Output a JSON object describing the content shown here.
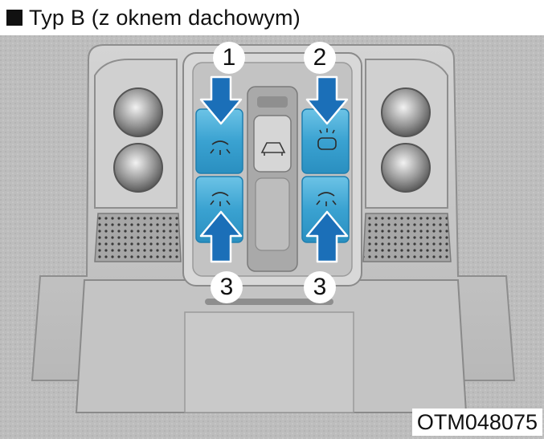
{
  "caption": {
    "text": "Typ B (z oknem dachowym)"
  },
  "callouts": {
    "one": "1",
    "two": "2",
    "three_left": "3",
    "three_right": "3"
  },
  "figure_code": "OTM048075",
  "colors": {
    "headliner": "#b9b9b9",
    "console": "#c7c7c7",
    "highlight": "#3fa9d6",
    "arrow": "#1b6fb8"
  }
}
